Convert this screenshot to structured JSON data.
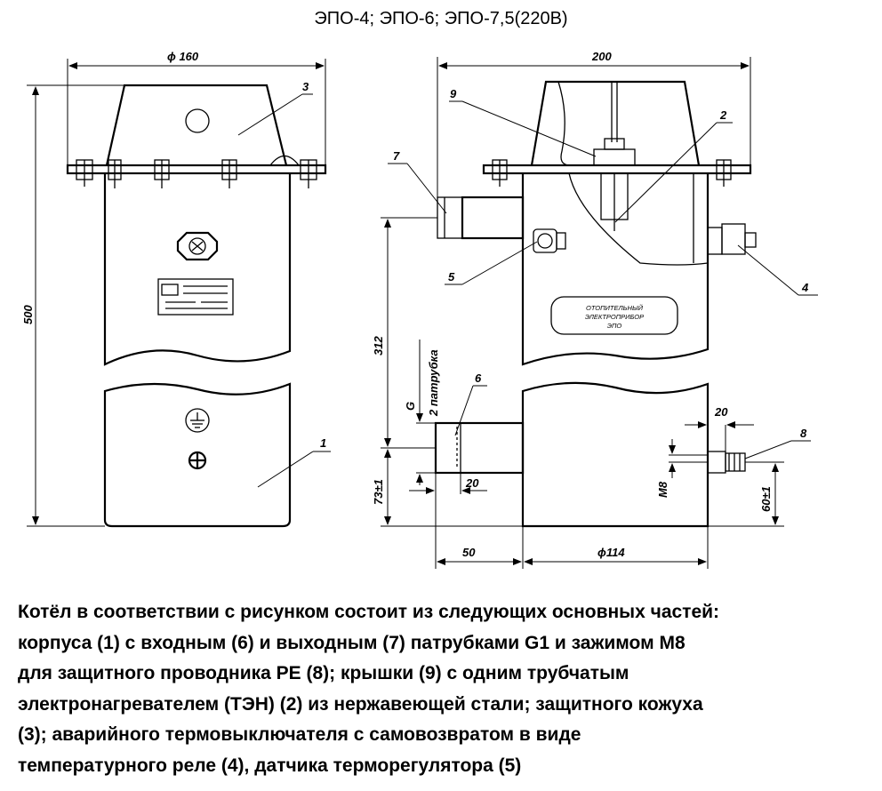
{
  "title": "ЭПО-4; ЭПО-6; ЭПО-7,5(220В)",
  "dimensions": {
    "diameter_160": "ϕ 160",
    "height_500": "500",
    "width_200": "200",
    "height_312": "312",
    "thread_g": "G",
    "pipes_label": "2 патрубка",
    "height_73": "73±1",
    "length_20_left": "20",
    "length_50": "50",
    "diameter_114": "ϕ114",
    "length_20_right": "20",
    "thread_m8": "M8",
    "height_60": "60±1"
  },
  "part_numbers": [
    "1",
    "2",
    "3",
    "4",
    "5",
    "6",
    "7",
    "8",
    "9"
  ],
  "nameplate": [
    "ОТОПИТЕЛЬНЫЙ",
    "ЭЛЕКТРОПРИБОР",
    "ЭПО"
  ],
  "caption_lines": [
    "Котёл в соответствии с рисунком состоит из следующих основных частей:",
    "корпуса (1) с входным (6) и выходным (7) патрубками G1 и зажимом М8",
    "для защитного проводника РЕ (8); крышки (9) с одним трубчатым",
    "электронагревателем (ТЭН) (2) из нержавеющей стали; защитного кожуха",
    "(3); аварийного термовыключателя с самовозвратом в виде",
    "температурного реле (4), датчика терморегулятора (5)"
  ]
}
